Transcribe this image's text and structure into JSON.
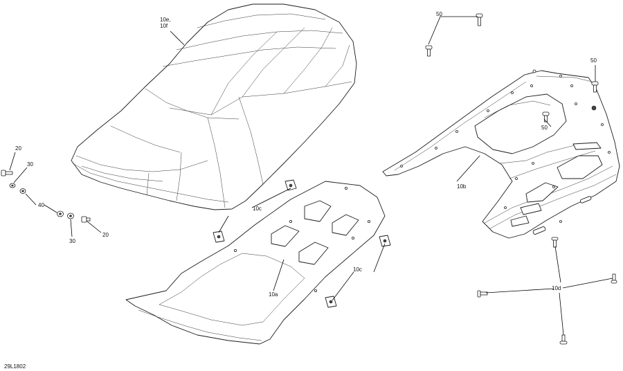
{
  "diagram_code": "29L1802",
  "callouts": {
    "seat": "10e,\n10f",
    "rack": "10b",
    "base_plate": "10a",
    "clip_upper": "10c",
    "clip_lower": "10c",
    "pins": "10d",
    "bolt_top": "50",
    "bolt_right": "50",
    "bolt_inner": "50",
    "screw_left": "20",
    "washer_a": "30",
    "spacer": "40",
    "washer_b": "30",
    "screw_right": "20"
  }
}
